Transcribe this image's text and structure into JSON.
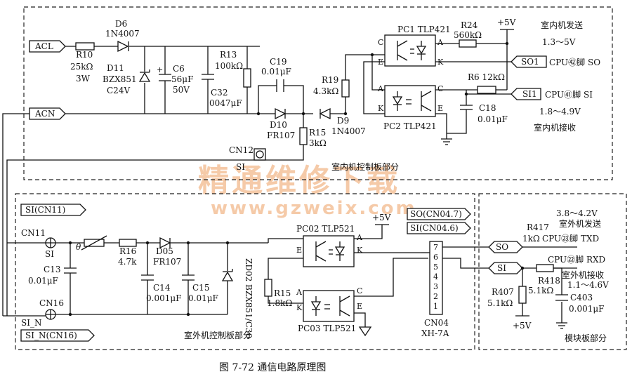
{
  "caption": "图 7-72   通信电路原理图",
  "watermark": {
    "cn": "精通维修下载",
    "url": "www.gzweix.com"
  },
  "indoor": {
    "section": "室内机控制板部分",
    "acl": "ACL",
    "acn": "ACN",
    "r10": [
      "R10",
      "25kΩ",
      "3W"
    ],
    "d6": [
      "D6",
      "1N4007"
    ],
    "d11": [
      "D11",
      "BZX851",
      "C24V"
    ],
    "c6": [
      "C6",
      "56μF",
      "50V"
    ],
    "c32": [
      "C32",
      "0047μF"
    ],
    "r13": [
      "R13",
      "100kΩ"
    ],
    "c19": [
      "C19",
      "0.01μF"
    ],
    "d10": [
      "D10",
      "FR107"
    ],
    "r15": [
      "R15",
      "3kΩ"
    ],
    "r19": [
      "R19",
      "4.3kΩ"
    ],
    "d9": [
      "D9",
      "1N4007"
    ],
    "pc1": "PC1 TLP421",
    "pc2": "PC2 TLP421",
    "r24": [
      "R24",
      "560kΩ"
    ],
    "vcc": "+5V",
    "r6": "R6 12kΩ",
    "c18": [
      "C18",
      "0.01μF"
    ],
    "send_title": "室内机发送",
    "send_range": "1.3～5V",
    "so1": "SO1",
    "so1_pin": "CPU㊷脚 SO",
    "si1": "SI1",
    "si1_pin": "CPU㊶脚 SI",
    "recv_range": "1.8～4.9V",
    "recv_title": "室内机接收",
    "cn12": "CN12",
    "si": "SI",
    "pin_a": "A",
    "pin_k": "K",
    "pin_c": "C",
    "pin_e": "E"
  },
  "outdoor": {
    "section": "室外机控制板部分",
    "tag_si": "SI(CN11)",
    "tag_sin": "SI_N(CN16)",
    "cn11": "CN11",
    "si": "SI",
    "cn16": "CN16",
    "sin": "SI_N",
    "theta": "θ",
    "c13": [
      "C13",
      "0.01μF"
    ],
    "r16": [
      "R16",
      "4.7k"
    ],
    "d05": [
      "D05",
      "FR107"
    ],
    "c14": [
      "C14",
      "0.001μF"
    ],
    "c15": [
      "C15",
      "0.01μF"
    ],
    "zd02": "ZD02 BZX851/C30",
    "pc02": "PC02 TLP521",
    "pc03": "PC03 TLP521",
    "vcc": "+5V",
    "r15": [
      "R15",
      "1.8kΩ"
    ],
    "tag_so": "SO(CN04.7)",
    "tag_si6": "SI(CN04.6)",
    "cn04": [
      "CN04",
      "XH-7A"
    ],
    "pins": [
      "7",
      "6",
      "5",
      "4",
      "3",
      "2",
      "1"
    ],
    "pin_a": "A",
    "pin_k": "K",
    "pin_c": "C",
    "pin_e": "E"
  },
  "module": {
    "section": "模块板部分",
    "send_range": "3.8～4.2V",
    "send_title": "室外机发送",
    "r417": [
      "R417",
      "1kΩ"
    ],
    "txd": "CPU㉓脚 TXD",
    "rxd": "CPU㉒脚 RXD",
    "recv_title": "室外机接收",
    "recv_range": "1.1～4.6V",
    "so": "SO",
    "si": "SI",
    "r418": [
      "R418",
      "5.1kΩ"
    ],
    "r407": [
      "R407",
      "5.1kΩ"
    ],
    "c403": [
      "C403",
      "0.001μF"
    ],
    "vcc": "+5V"
  }
}
